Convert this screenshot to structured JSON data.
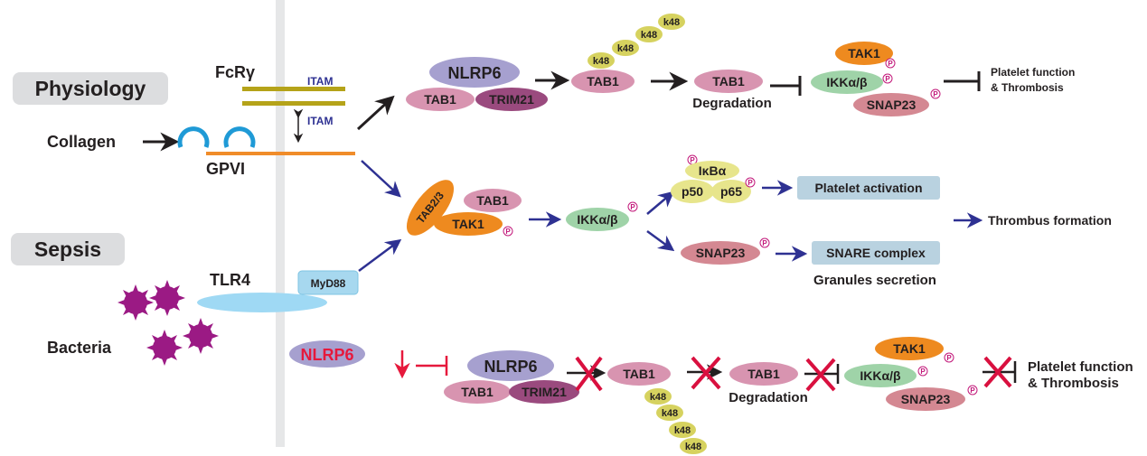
{
  "colors": {
    "nlrp6": "#a6a0cf",
    "tab1": "#d894b0",
    "trim21": "#9a4a7e",
    "k48": "#d6d25f",
    "tak1": "#ee8a1f",
    "ikk": "#9fd3a8",
    "snap23": "#d48892",
    "ikba": "#e7e58c",
    "box": "#b9d2e0",
    "myd88": "#a7d8ef",
    "tlr4": "#9fd9f4",
    "bacteria": "#9b1a84",
    "gpvi": "#f08c2a",
    "fcr": "#b5a319",
    "collagen": "#1f9ad6",
    "cross": "#d9103f",
    "arrow_dark": "#231f20",
    "arrow_blue": "#2e3192",
    "inhibit_red": "#e6193c",
    "phospho": "#c2187a"
  },
  "left": {
    "physiology": "Physiology",
    "sepsis": "Sepsis",
    "fcr": "FcRγ",
    "itam_top": "ITAM",
    "itam_bottom": "ITAM",
    "collagen": "Collagen",
    "gpvi": "GPVI",
    "tlr4": "TLR4",
    "myd88": "MyD88",
    "bacteria": "Bacteria"
  },
  "top_path": {
    "nlrp6": "NLRP6",
    "tab1": "TAB1",
    "trim21": "TRIM21",
    "k48": "k48",
    "tab1_b": "TAB1",
    "tab1_c": "TAB1",
    "degradation": "Degradation",
    "tak1": "TAK1",
    "ikk": "IKKα/β",
    "snap23": "SNAP23",
    "outcome": [
      "Platelet function",
      "& Thrombosis"
    ]
  },
  "middle_path": {
    "tab23": "TAB2/3",
    "tab1": "TAB1",
    "tak1": "TAK1",
    "ikk": "IKKα/β",
    "ikba": "IκBα",
    "p50": "p50",
    "p65": "p65",
    "platelet_activation": "Platelet activation",
    "thrombus": "Thrombus formation",
    "snap23": "SNAP23",
    "snare": "SNARE complex",
    "granules": "Granules secretion"
  },
  "bottom_path": {
    "nlrp6_red": "NLRP6",
    "nlrp6": "NLRP6",
    "tab1": "TAB1",
    "trim21": "TRIM21",
    "tab1_b": "TAB1",
    "k48": "k48",
    "degradation": "Degradation",
    "tab1_c": "TAB1",
    "tak1": "TAK1",
    "ikk": "IKKα/β",
    "snap23": "SNAP23",
    "outcome": [
      "Platelet function",
      "& Thrombosis"
    ]
  },
  "phospho_mark": "P"
}
